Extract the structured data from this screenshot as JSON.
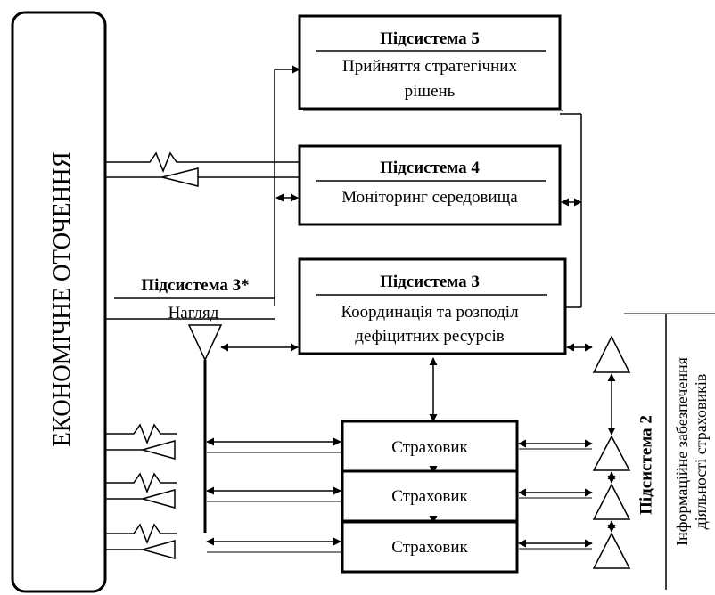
{
  "environment": {
    "label": "ЕКОНОМІЧНЕ ОТОЧЕННЯ"
  },
  "subsystem5": {
    "title": "Підсистема 5",
    "line1": "Прийняття стратегічних",
    "line2": "рішень"
  },
  "subsystem4": {
    "title": "Підсистема 4",
    "line1": "Моніторинг середовища"
  },
  "subsystem3": {
    "title": "Підсистема 3",
    "line1": "Координація та розподіл",
    "line2": "дефіцитних ресурсів"
  },
  "subsystem3star": {
    "title": "Підсистема 3*",
    "line1": "Нагляд"
  },
  "subsystem2": {
    "title": "Підсистема 2",
    "line1": "Інформаційне забезпечення",
    "line2": "діяльності страховиків"
  },
  "insurers": [
    {
      "label": "Страховик"
    },
    {
      "label": "Страховик"
    },
    {
      "label": "Страховик"
    }
  ]
}
